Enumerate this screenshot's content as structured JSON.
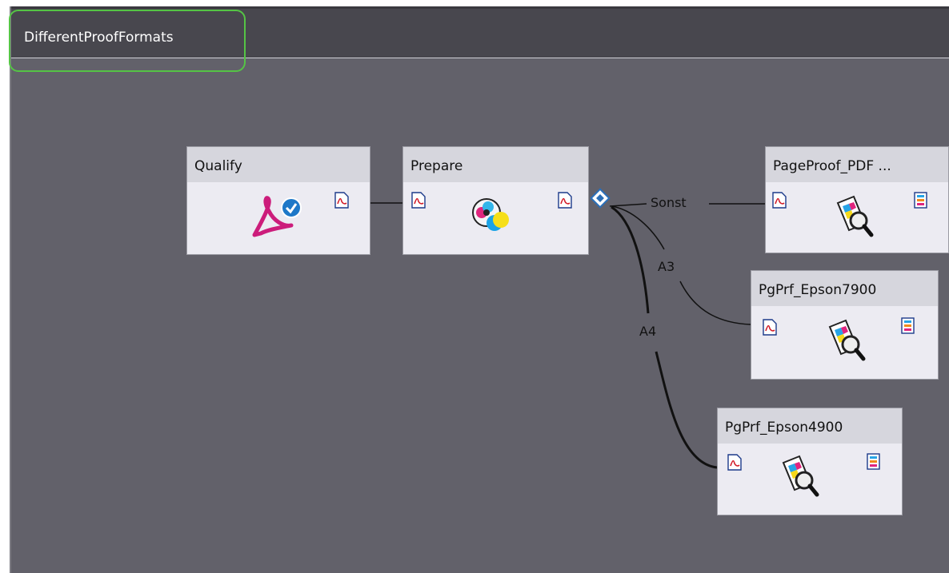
{
  "tab": {
    "title": "DifferentProofFormats"
  },
  "nodes": {
    "qualify": {
      "title": "Qualify"
    },
    "prepare": {
      "title": "Prepare"
    },
    "pageproof": {
      "title": "PageProof_PDF ..."
    },
    "epson7900": {
      "title": "PgPrf_Epson7900"
    },
    "epson4900": {
      "title": "PgPrf_Epson4900"
    }
  },
  "wire_labels": {
    "sonst": "Sonst",
    "a3": "A3",
    "a4": "A4"
  },
  "icons": {
    "pdf": "pdf-document-icon",
    "qualify": "acrobat-check-icon",
    "prepare": "color-circles-icon",
    "proof": "proof-magnifier-icon",
    "report": "report-icon",
    "branch": "diamond-branch-icon"
  },
  "colors": {
    "workspace": "#62616a",
    "tab": "#48474e",
    "node": "#ecebf2",
    "node_header": "#d6d6dd",
    "highlight": "#55c445"
  }
}
